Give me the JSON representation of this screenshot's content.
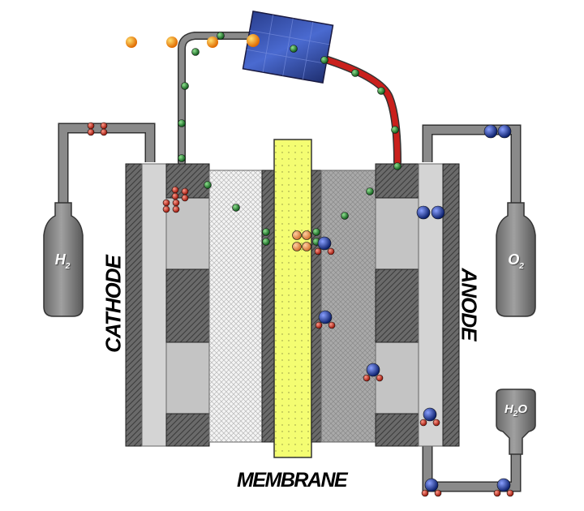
{
  "labels": {
    "cathode": "CATHODE",
    "anode": "ANODE",
    "membrane": "MEMBRANE"
  },
  "tanks": {
    "hydrogen": {
      "main": "H",
      "sub": "2"
    },
    "oxygen": {
      "main": "O",
      "sub": "2"
    },
    "water": {
      "main": "H",
      "sub": "2",
      "tail": "O"
    }
  },
  "colors": {
    "electron": "#1f8a2e",
    "proton_hydrogen": "#d83a2a",
    "oxygen": "#1d3fa0",
    "photon": "#f4a020",
    "membrane": "#f4fd72",
    "positive_wire": "#c9201c",
    "negative_wire": "#808080"
  },
  "icons": [
    "solar-panel-icon",
    "photon-icon",
    "electron-icon",
    "hydrogen-atom-icon",
    "oxygen-atom-icon",
    "water-molecule-icon"
  ]
}
